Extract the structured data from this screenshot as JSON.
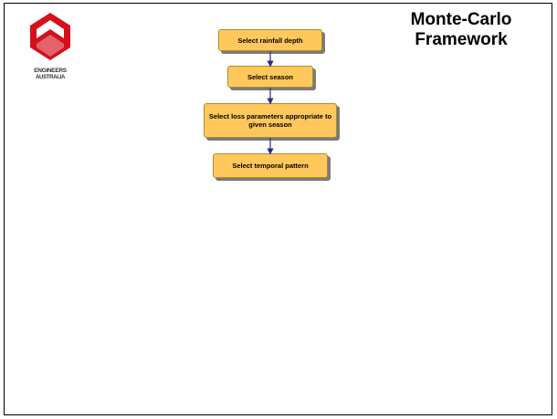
{
  "title": "Monte-Carlo Framework",
  "logo": {
    "line1": "ENGINEERS",
    "line2": "AUSTRALIA"
  },
  "flow": {
    "steps": [
      "Select rainfall depth",
      "Select season",
      "Select loss parameters appropriate to given season",
      "Select temporal pattern"
    ]
  },
  "colors": {
    "box_fill": "#ffc85c",
    "arrow": "#2d2d8c",
    "logo_red": "#d4101c"
  }
}
